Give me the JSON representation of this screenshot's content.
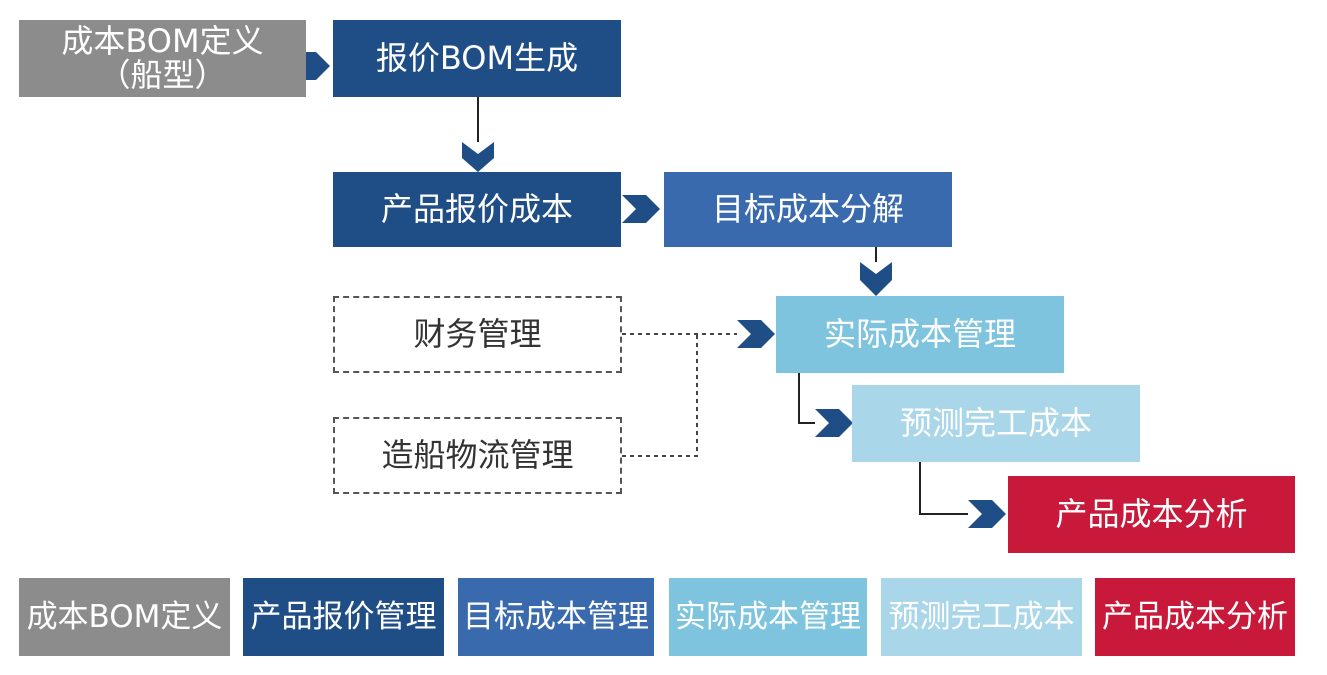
{
  "diagram": {
    "nodes": {
      "cost_bom_def_line1": "成本BOM定义",
      "cost_bom_def_line2": "（船型）",
      "quote_bom_gen": "报价BOM生成",
      "product_quote_cost": "产品报价成本",
      "target_cost_decomp": "目标成本分解",
      "finance_mgmt": "财务管理",
      "actual_cost_mgmt": "实际成本管理",
      "shipbuilding_logistics": "造船物流管理",
      "forecast_completion_cost": "预测完工成本",
      "product_cost_analysis": "产品成本分析"
    },
    "legend": [
      "成本BOM定义",
      "产品报价管理",
      "目标成本管理",
      "实际成本管理",
      "预测完工成本",
      "产品成本分析"
    ]
  },
  "colors": {
    "gray": "#8c8c8c",
    "dark_blue": "#1f4e86",
    "medium_blue": "#3a6aae",
    "light_blue": "#7ec4df",
    "pale_blue": "#a9d6e9",
    "crimson": "#c8193b",
    "arrow": "#1f4e86",
    "line": "#222222"
  }
}
